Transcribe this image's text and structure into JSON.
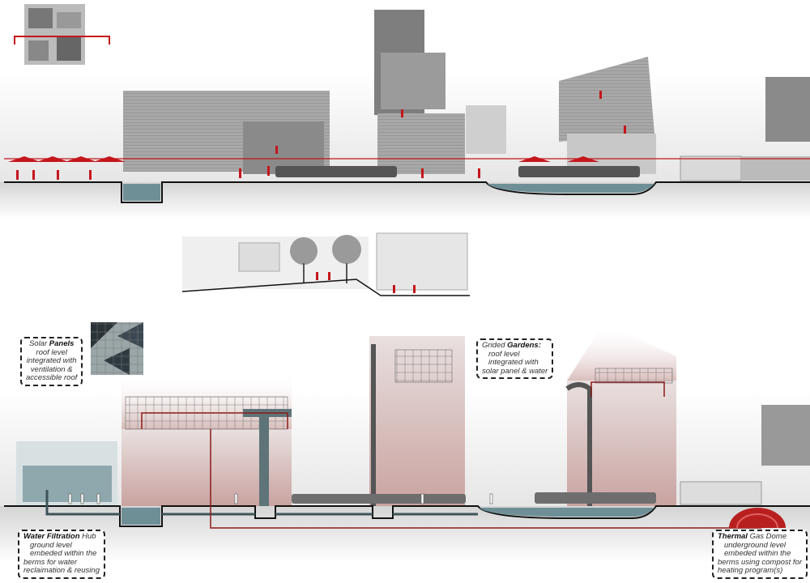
{
  "annotations": {
    "solar": {
      "title_pre": "Solar ",
      "title_bold": "Panels",
      "lines": [
        "roof level",
        "integrated with",
        "ventilation &",
        "accessible roof"
      ]
    },
    "gardens": {
      "title_pre": "Grided ",
      "title_bold": "Gardens:",
      "lines": [
        "roof level",
        "integrated with",
        "solar panel & water"
      ]
    },
    "water": {
      "title_bold": "Water Filtration",
      "title_post": " Hub",
      "lines": [
        "ground level",
        "embeded within the",
        "berms for water",
        "reclaimation & reusing"
      ]
    },
    "thermal": {
      "title_bold": "Thermal",
      "title_post": " Gas Dome",
      "lines": [
        "underground level",
        "embeded within the",
        "berms using compost for",
        "heating program(s)"
      ]
    }
  },
  "colors": {
    "accent_red": "#c4161c",
    "pipe_red": "#8b1a1a",
    "water": "#6f8f96",
    "building_gray": "#9a9a9a",
    "tint_red": "#c99a98"
  }
}
